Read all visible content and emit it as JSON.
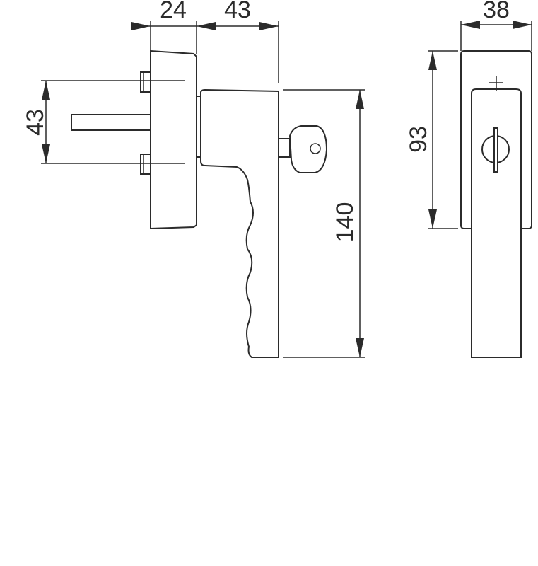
{
  "dimensions": {
    "depth_base": "24",
    "depth_handle": "43",
    "spindle_spacing": "43",
    "handle_length": "140",
    "base_height": "93",
    "width": "38"
  }
}
